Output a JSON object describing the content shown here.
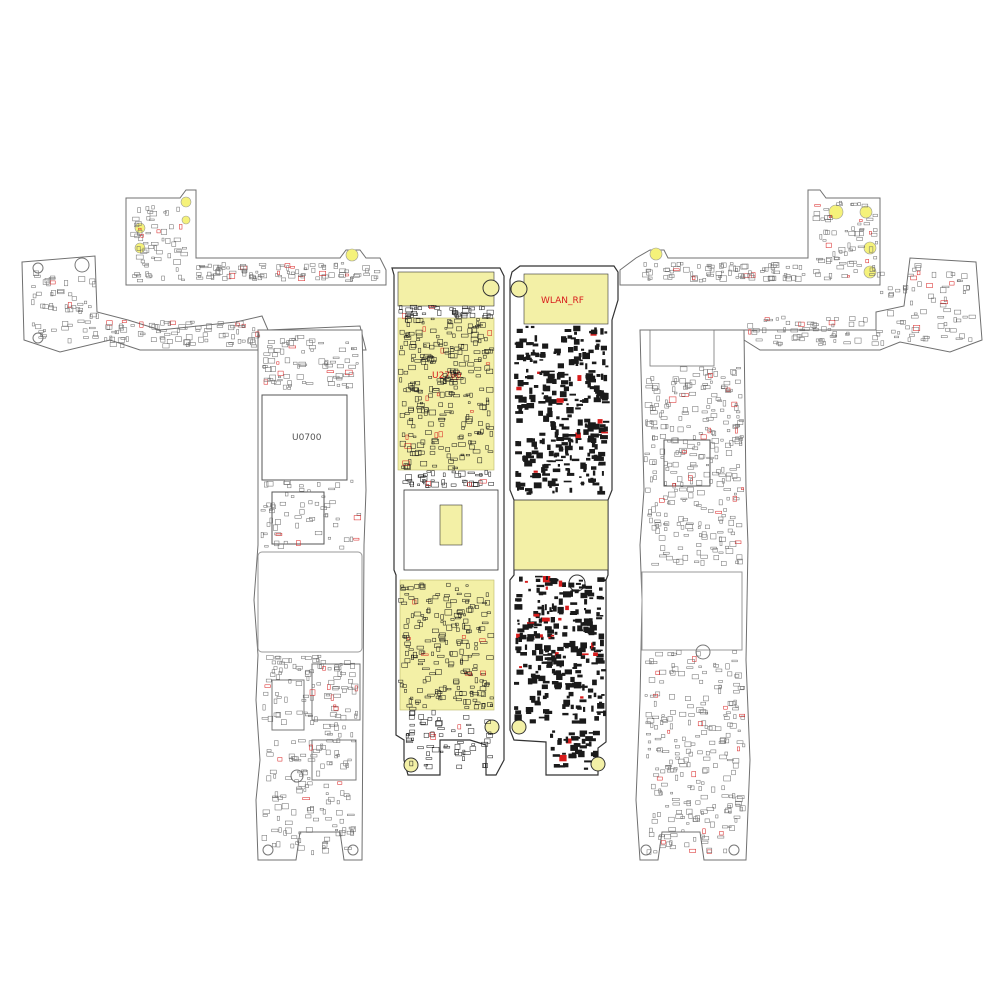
{
  "boards": [
    {
      "view": "left-outline",
      "labels": [
        "U0700"
      ]
    },
    {
      "view": "center-left",
      "labels": [
        "U2700"
      ]
    },
    {
      "view": "center-right",
      "labels": [
        "WLAN_RF"
      ]
    },
    {
      "view": "right-outline",
      "labels": []
    }
  ],
  "colors": {
    "board_outline": "#707070",
    "component": "#1a1a1a",
    "component_highlight": "#f3f0a6",
    "pad_highlight": "#f5f27a",
    "net_marker": "#d81b1b",
    "background": "#ffffff"
  }
}
